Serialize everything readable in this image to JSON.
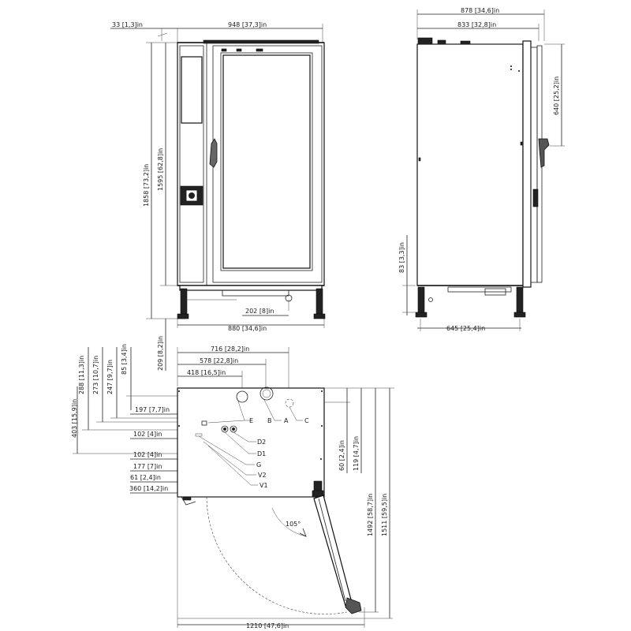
{
  "front_view": {
    "dims": {
      "top_small": "33 [1,3]in",
      "width_top": "948 [37,3]in",
      "height_total": "1858 [73,2]in",
      "height_body": "1595 [62,8]in",
      "foot_height": "209 [8,2]in",
      "drain_offset": "202 [8]in",
      "width_bottom": "880 [34,6]in"
    }
  },
  "side_view": {
    "dims": {
      "depth_total": "878 [34,6]in",
      "depth_body": "833 [32,8]in",
      "handle_height": "640 [25,2]in",
      "base_height": "83 [3,3]in",
      "foot_span": "645 [25,4]in"
    }
  },
  "plan_view": {
    "dims_top": [
      "716 [28,2]in",
      "578 [22,8]in",
      "418 [16,5]in"
    ],
    "dims_left_vertical": [
      "288 [11,3]in",
      "273 [10,7]in",
      "247 [9,7]in",
      "85 [3,4]in"
    ],
    "dim_403": "403 [15,9]in",
    "dims_left_horizontal": [
      "197 [7,7]in",
      "102 [4]in",
      "102 [4]in",
      "177 [7]in",
      "61 [2,4]in",
      "360 [14,2]in"
    ],
    "dims_right_vertical": [
      "60 [2,4]in",
      "119 [4,7]in",
      "1492 [58,7]in",
      "1511 [59,5]in"
    ],
    "width_bottom": "1210 [47,6]in",
    "door_angle": "105°",
    "connection_labels": [
      "E",
      "B",
      "A",
      "C",
      "D2",
      "D1",
      "G",
      "V2",
      "V1"
    ]
  }
}
